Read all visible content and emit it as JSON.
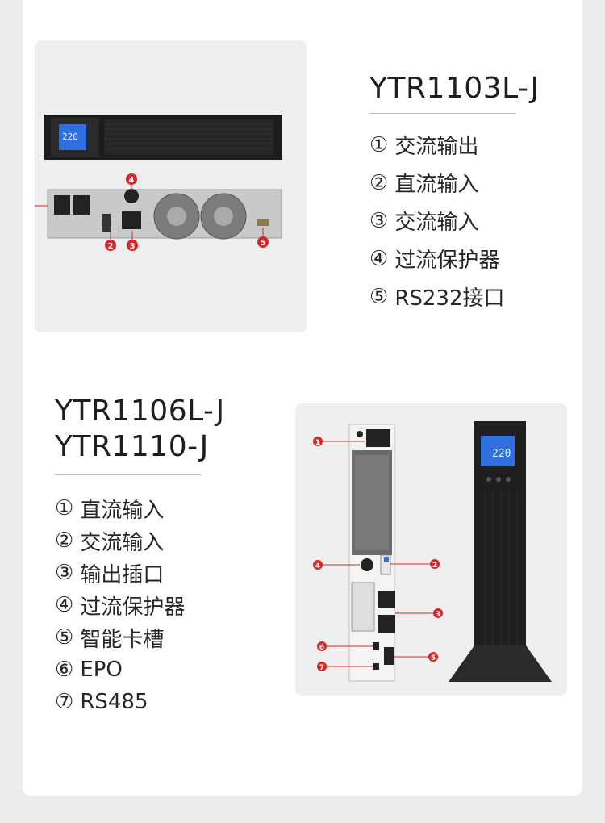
{
  "product1": {
    "model": "YTR1103L-J",
    "features": [
      {
        "num": "①",
        "label": "交流输出"
      },
      {
        "num": "②",
        "label": "直流输入"
      },
      {
        "num": "③",
        "label": "交流输入"
      },
      {
        "num": "④",
        "label": "过流保护器"
      },
      {
        "num": "⑤",
        "label": "RS232接口"
      }
    ],
    "display_text": "220",
    "callouts": [
      "2",
      "3",
      "4",
      "5"
    ]
  },
  "product2": {
    "models": [
      "YTR1106L-J",
      "YTR1110-J"
    ],
    "features": [
      {
        "num": "①",
        "label": "直流输入"
      },
      {
        "num": "②",
        "label": "交流输入"
      },
      {
        "num": "③",
        "label": "输出插口"
      },
      {
        "num": "④",
        "label": "过流保护器"
      },
      {
        "num": "⑤",
        "label": "智能卡槽"
      },
      {
        "num": "⑥",
        "label": "EPO"
      },
      {
        "num": "⑦",
        "label": "RS485"
      }
    ],
    "display_text": "220",
    "callouts": [
      "1",
      "2",
      "3",
      "4",
      "5",
      "6",
      "7"
    ]
  },
  "colors": {
    "accent": "#d8262b",
    "lcd": "#2f6fe0",
    "chassis": "#1f1f1f"
  }
}
